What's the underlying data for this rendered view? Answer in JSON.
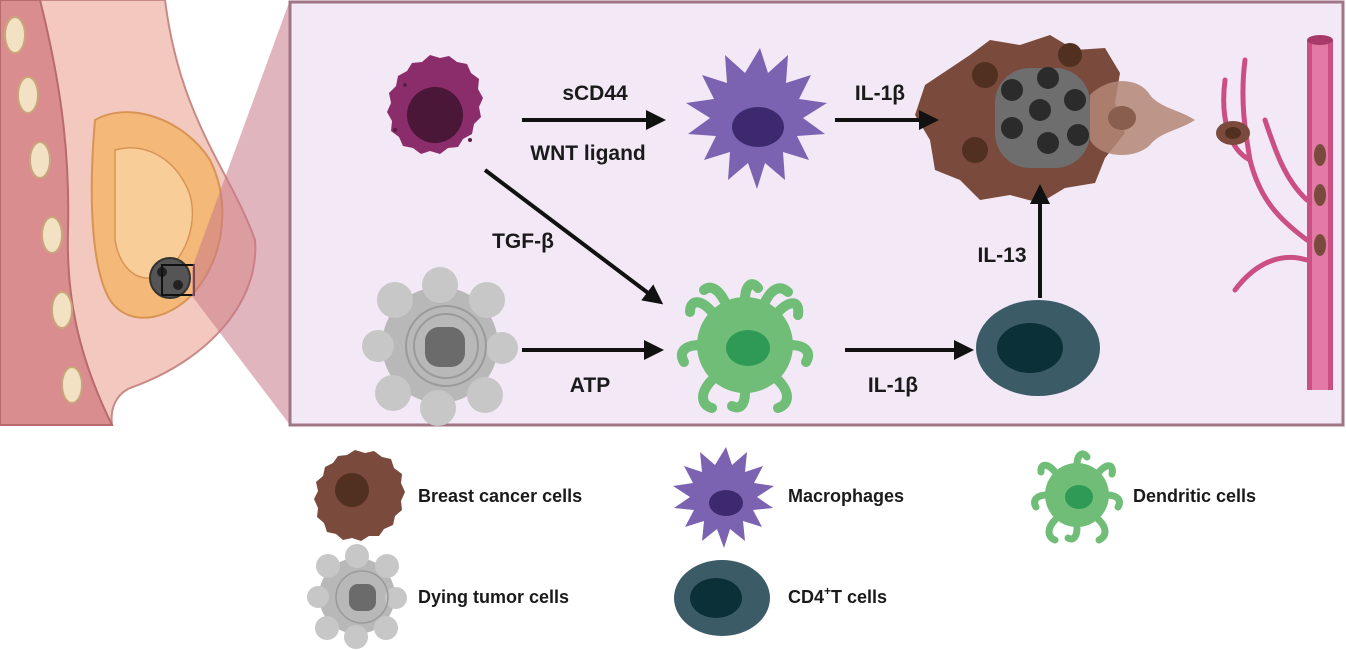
{
  "diagram": {
    "labels": {
      "scd44": "sCD44",
      "wnt_ligand": "WNT ligand",
      "il1b_top": "IL-1β",
      "tgfb": "TGF-β",
      "atp": "ATP",
      "il1b_bottom": "IL-1β",
      "il13": "IL-13"
    },
    "legend": {
      "breast_cancer_cells": "Breast cancer cells",
      "macrophages": "Macrophages",
      "dendritic_cells": "Dendritic cells",
      "dying_tumor_cells": "Dying tumor cells",
      "cd4_prefix": "CD4",
      "cd4_sup": "+",
      "cd4_suffix": "T cells"
    }
  },
  "colors": {
    "panel_bg": "#f2e8f6",
    "panel_border": "#a07585",
    "breast_cancer": "#7a4a3c",
    "macrophage": "#6e55a5",
    "dendritic": "#6fbd76",
    "dying_tumor": "#b8b8b8",
    "cd4_tcell": "#3b5b67",
    "tumor_origin": "#8b2d6b",
    "vessel": "#cc4f84",
    "arrow": "#111111"
  }
}
